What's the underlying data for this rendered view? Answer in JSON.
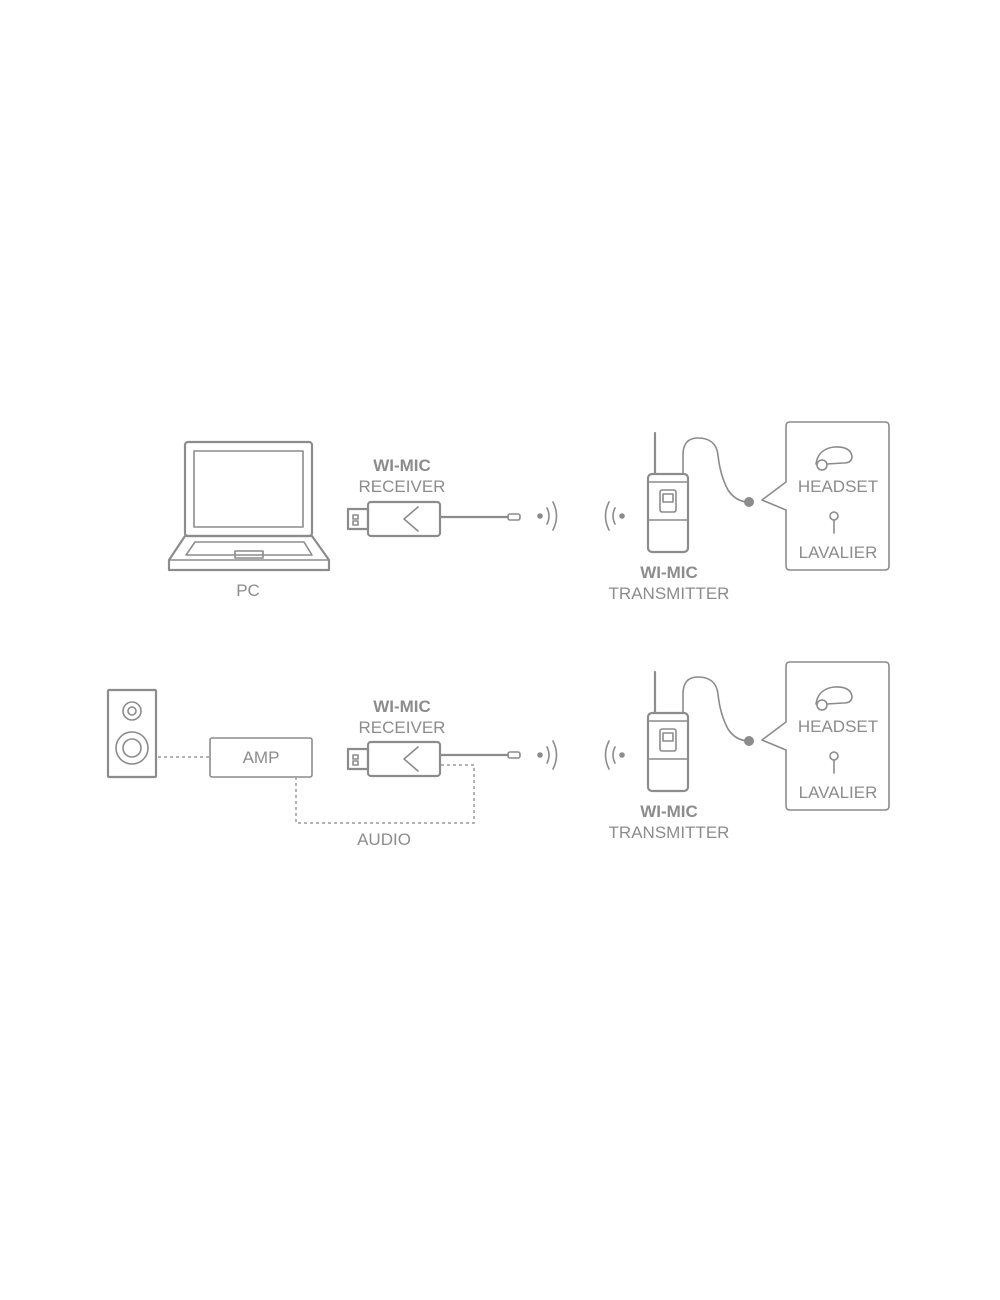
{
  "row1": {
    "pc_label": "PC",
    "receiver": {
      "title": "WI-MIC",
      "subtitle": "RECEIVER"
    },
    "transmitter": {
      "title": "WI-MIC",
      "subtitle": "TRANSMITTER"
    },
    "mic_options": {
      "headset": "HEADSET",
      "lavalier": "LAVALIER"
    }
  },
  "row2": {
    "amp_label": "AMP",
    "audio_label": "AUDIO",
    "receiver": {
      "title": "WI-MIC",
      "subtitle": "RECEIVER"
    },
    "transmitter": {
      "title": "WI-MIC",
      "subtitle": "TRANSMITTER"
    },
    "mic_options": {
      "headset": "HEADSET",
      "lavalier": "LAVALIER"
    }
  },
  "colors": {
    "line": "#8c8c8c",
    "background": "#ffffff"
  }
}
